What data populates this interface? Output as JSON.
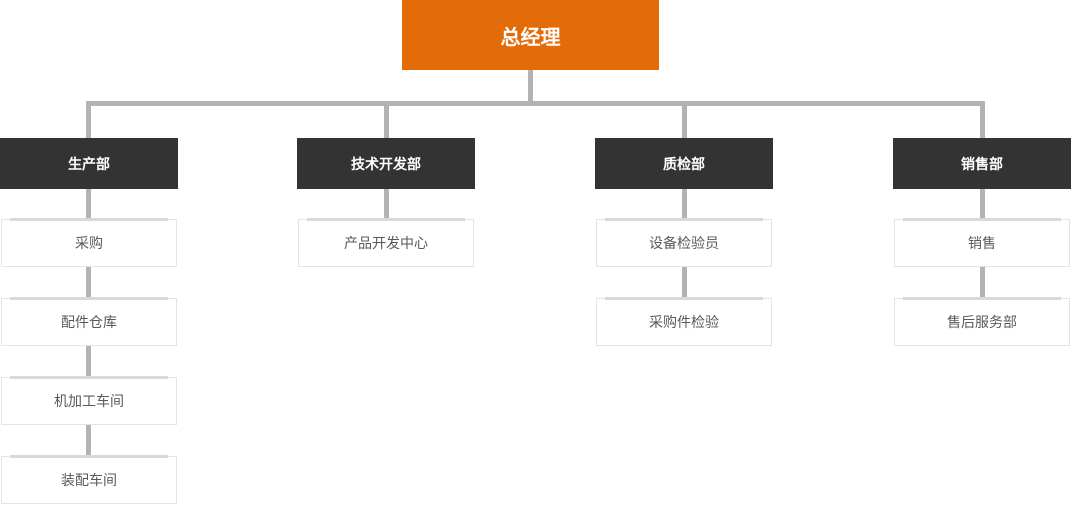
{
  "org": {
    "root": {
      "label": "总经理"
    },
    "columns": [
      {
        "dept": {
          "label": "生产部"
        },
        "children": [
          {
            "label": "采购"
          },
          {
            "label": "配件仓库"
          },
          {
            "label": "机加工车间"
          },
          {
            "label": "装配车间"
          }
        ]
      },
      {
        "dept": {
          "label": "技术开发部"
        },
        "children": [
          {
            "label": "产品开发中心"
          }
        ]
      },
      {
        "dept": {
          "label": "质检部"
        },
        "children": [
          {
            "label": "设备检验员"
          },
          {
            "label": "采购件检验"
          }
        ]
      },
      {
        "dept": {
          "label": "销售部"
        },
        "children": [
          {
            "label": "销售"
          },
          {
            "label": "售后服务部"
          }
        ]
      }
    ],
    "colors": {
      "root_bg": "#e36c09",
      "dept_bg": "#333333",
      "connector": "#b3b3b3",
      "leaf_border": "#e4e4e4",
      "leaf_top_bar": "#d9d9d9",
      "leaf_text": "#595959",
      "node_text_on_dark": "#ffffff"
    }
  }
}
